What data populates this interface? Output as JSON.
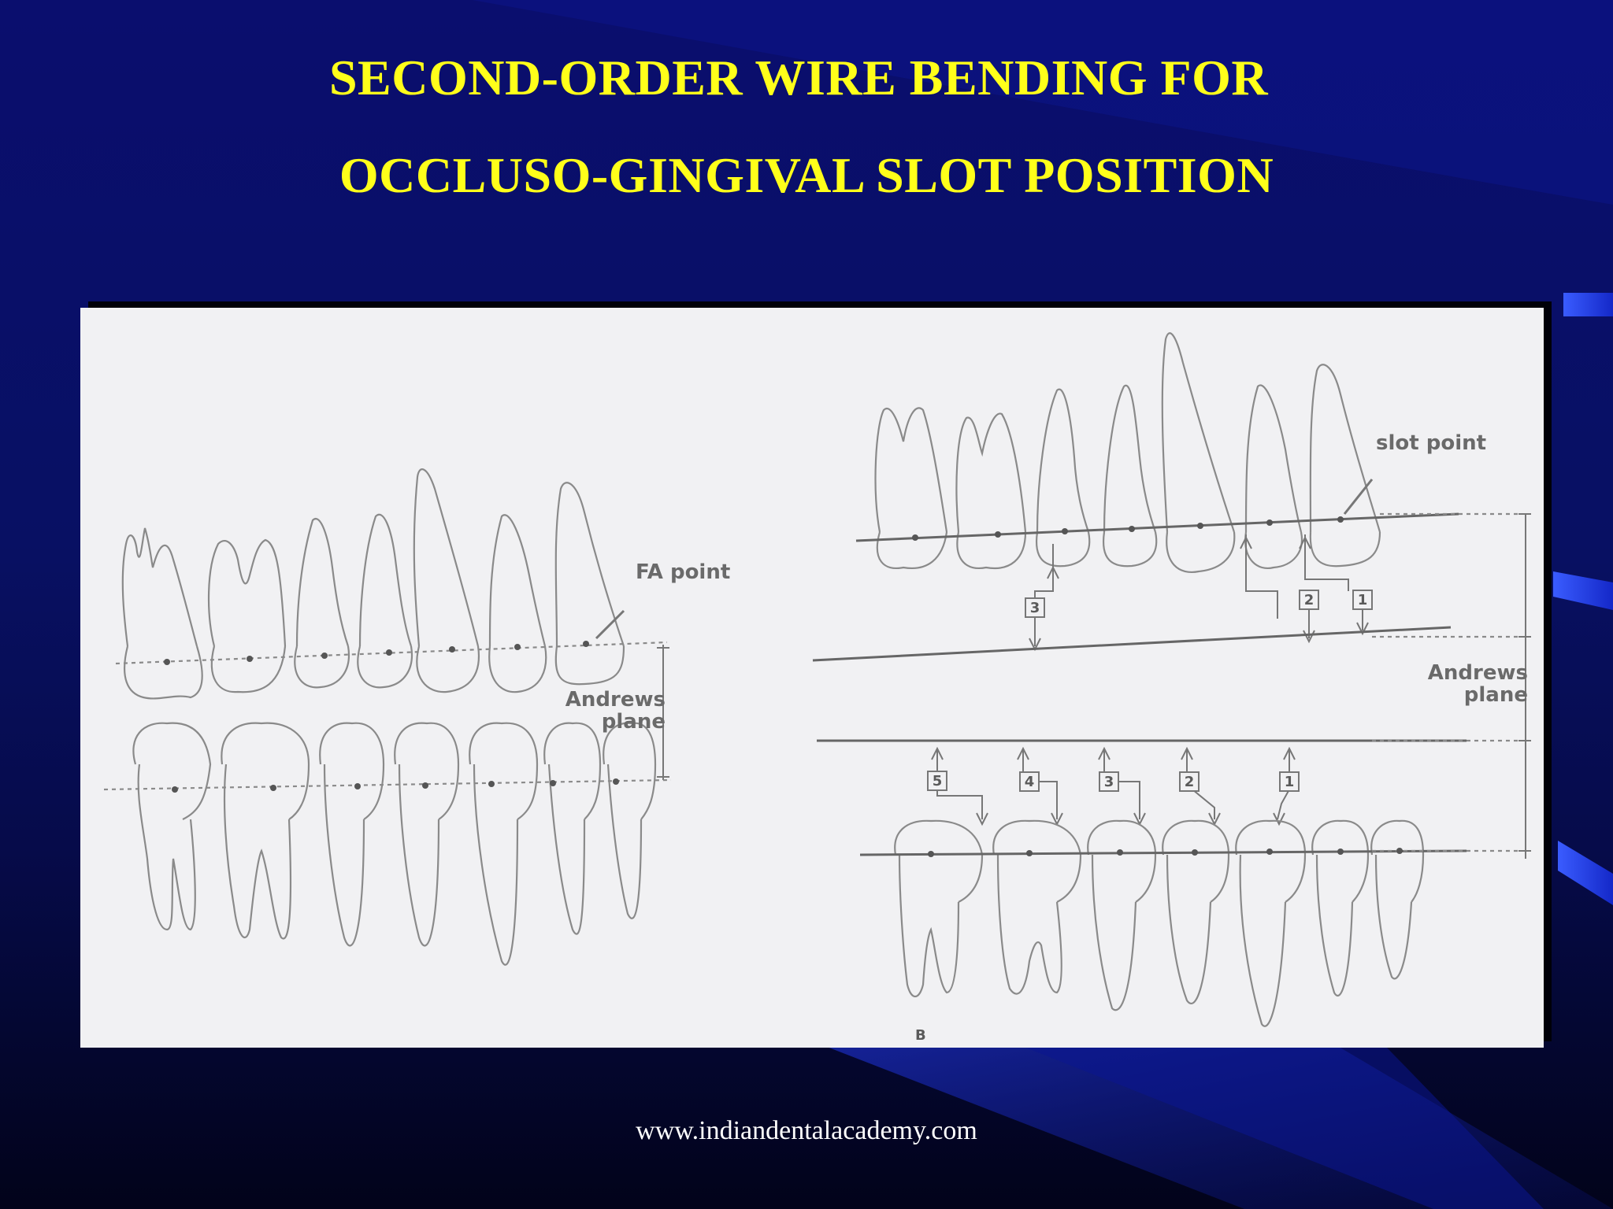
{
  "slide": {
    "title_line_1": "SECOND-ORDER WIRE BENDING FOR",
    "title_line_2": "OCCLUSO-GINGIVAL SLOT POSITION",
    "footer_url": "www.indiandentalacademy.com"
  },
  "figure": {
    "left_labels": {
      "fa_point": "FA point",
      "andrews_line1": "Andrews",
      "andrews_line2": "plane"
    },
    "right_labels": {
      "slot_point": "slot point",
      "andrews_line1": "Andrews",
      "andrews_line2": "plane",
      "corner_letter": "B"
    },
    "upper_bend_numbers": [
      "3",
      "2",
      "1"
    ],
    "lower_bend_numbers": [
      "5",
      "4",
      "3",
      "2",
      "1"
    ]
  },
  "colors": {
    "background_top": "#0a0e6e",
    "background_bottom": "#02031a",
    "title": "#ffff1a",
    "footer": "#ffffff",
    "panel": "#f1f1f3",
    "accent_stripe": "#1e3cff"
  }
}
